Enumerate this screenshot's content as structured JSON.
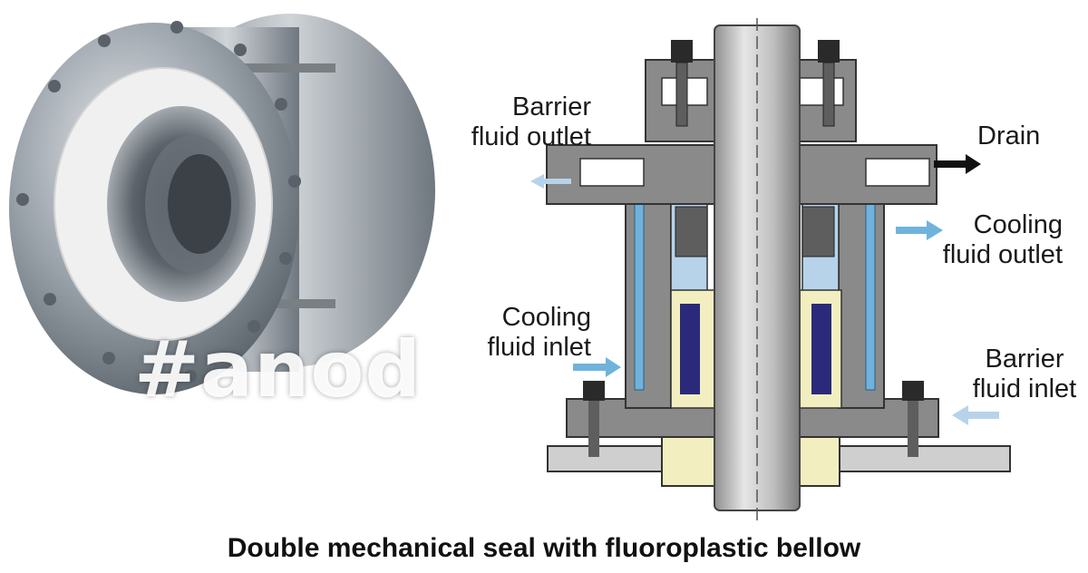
{
  "labels": {
    "barrier_outlet": [
      "Barrier",
      "fluid outlet"
    ],
    "drain": "Drain",
    "cooling_outlet": [
      "Cooling",
      "fluid outlet"
    ],
    "cooling_inlet": [
      "Cooling",
      "fluid inlet"
    ],
    "barrier_inlet": [
      "Barrier",
      "fluid inlet"
    ]
  },
  "watermark": "#anod",
  "caption": "Double mechanical seal with fluoroplastic bellow",
  "colors": {
    "housing": "#8a8a8a",
    "housing_dark": "#5e5e5e",
    "shaft": "#c9c9c9",
    "bellow": "#f3eec0",
    "bellow_core": "#2b2a7a",
    "coolant": "#6fb3dd",
    "coolant_light": "#b7d3ea",
    "drain_arrow": "#111111",
    "photo_metal": "#9aa2aa",
    "photo_ptfe": "#f0f0f0"
  }
}
